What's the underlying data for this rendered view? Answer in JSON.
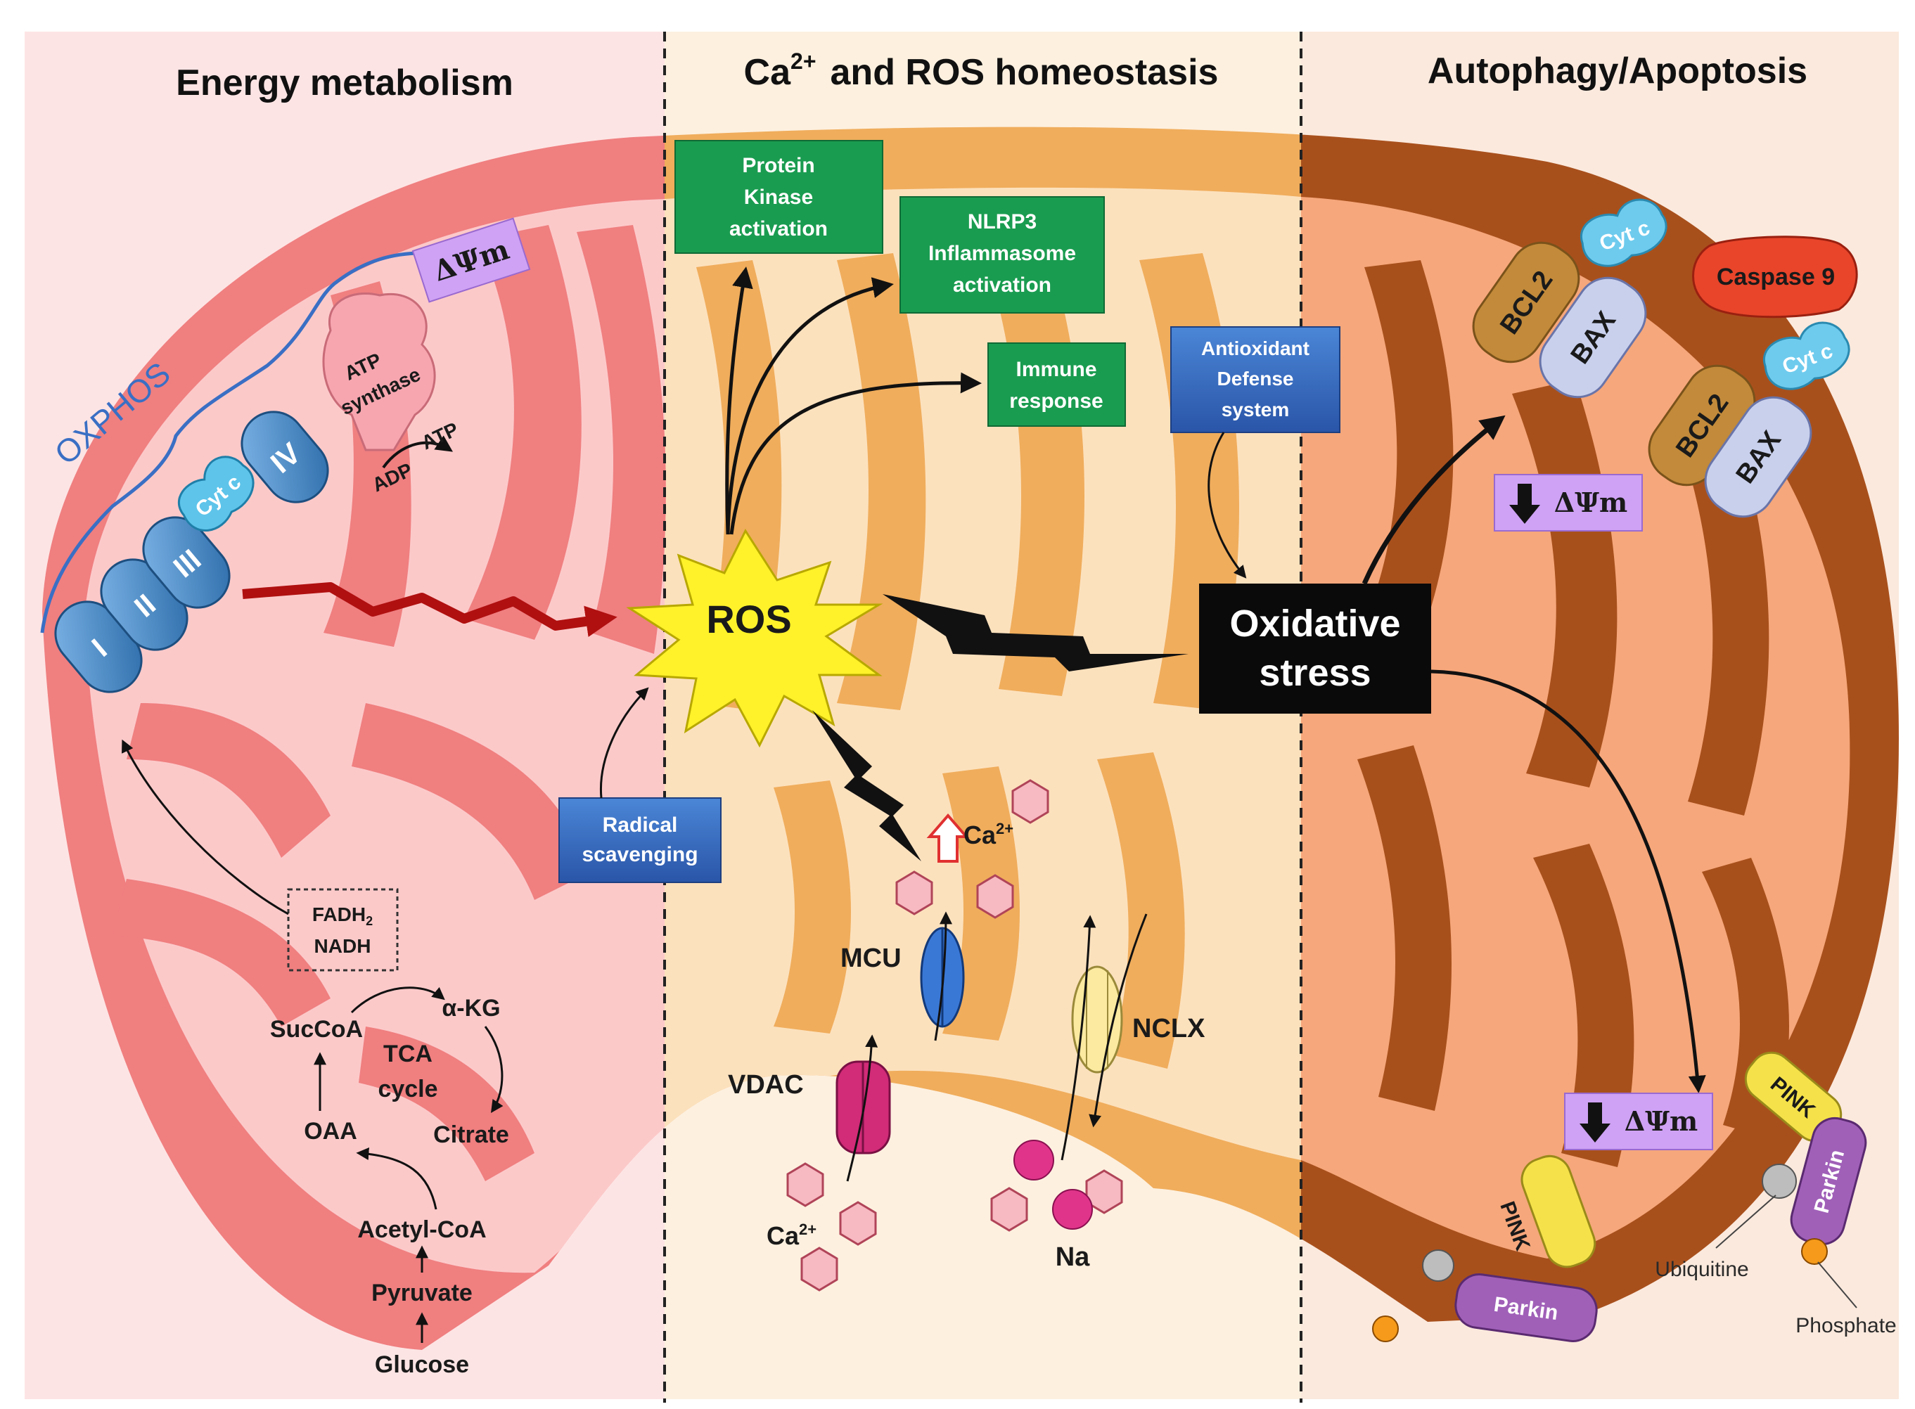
{
  "sections": {
    "left_title": "Energy metabolism",
    "middle_title_main": "Ca",
    "middle_title_sup": "2+",
    "middle_title_rest": "and ROS homeostasis",
    "right_title": "Autophagy/Apoptosis"
  },
  "energy": {
    "oxphos": "OXPHOS",
    "complexes": [
      "I",
      "II",
      "III",
      "IV"
    ],
    "cytc": "Cyt c",
    "atp_synthase_line1": "ATP",
    "atp_synthase_line2": "synthase",
    "adp": "ADP",
    "atp": "ATP",
    "dpsi": "ΔΨm",
    "fadh2": "FADH",
    "fadh2_sub": "2",
    "nadh": "NADH",
    "tca_line1": "TCA",
    "tca_line2": "cycle",
    "akg": "α-KG",
    "succoa": "SucCoA",
    "oaa": "OAA",
    "citrate": "Citrate",
    "acetylcoa": "Acetyl-CoA",
    "pyruvate": "Pyruvate",
    "glucose": "Glucose"
  },
  "ros": {
    "ros": "ROS",
    "radical_line1": "Radical",
    "radical_line2": "scavenging",
    "pka_line1": "Protein",
    "pka_line2": "Kinase",
    "pka_line3": "activation",
    "nlrp3_line1": "NLRP3",
    "nlrp3_line2": "Inflammasome",
    "nlrp3_line3": "activation",
    "immune_line1": "Immune",
    "immune_line2": "response",
    "antiox_line1": "Antioxidant",
    "antiox_line2": "Defense",
    "antiox_line3": "system",
    "ca_up": "Ca",
    "ca_up_sup": "2+",
    "mcu": "MCU",
    "vdac": "VDAC",
    "nclx": "NCLX",
    "ca_bottom": "Ca",
    "ca_bottom_sup": "2+",
    "na": "Na"
  },
  "stress": {
    "line1": "Oxidative",
    "line2": "stress"
  },
  "apoptosis": {
    "bcl2": "BCL2",
    "bax": "BAX",
    "cytc": "Cyt c",
    "caspase": "Caspase 9",
    "dpsi_down": "ΔΨm",
    "pink": "PINK",
    "parkin": "Parkin",
    "ubiquitine": "Ubiquitine",
    "phosphate": "Phosphate"
  },
  "colors": {
    "green_box": "#1a9c50",
    "blue_box": "#3a6fc4",
    "purple_pill": "#cfa2f5",
    "ros_star": "#fff22a",
    "outer_left": "#f07f80",
    "outer_mid": "#f0ad5c",
    "outer_right": "#a8501c",
    "caspase": "#e8452a"
  }
}
